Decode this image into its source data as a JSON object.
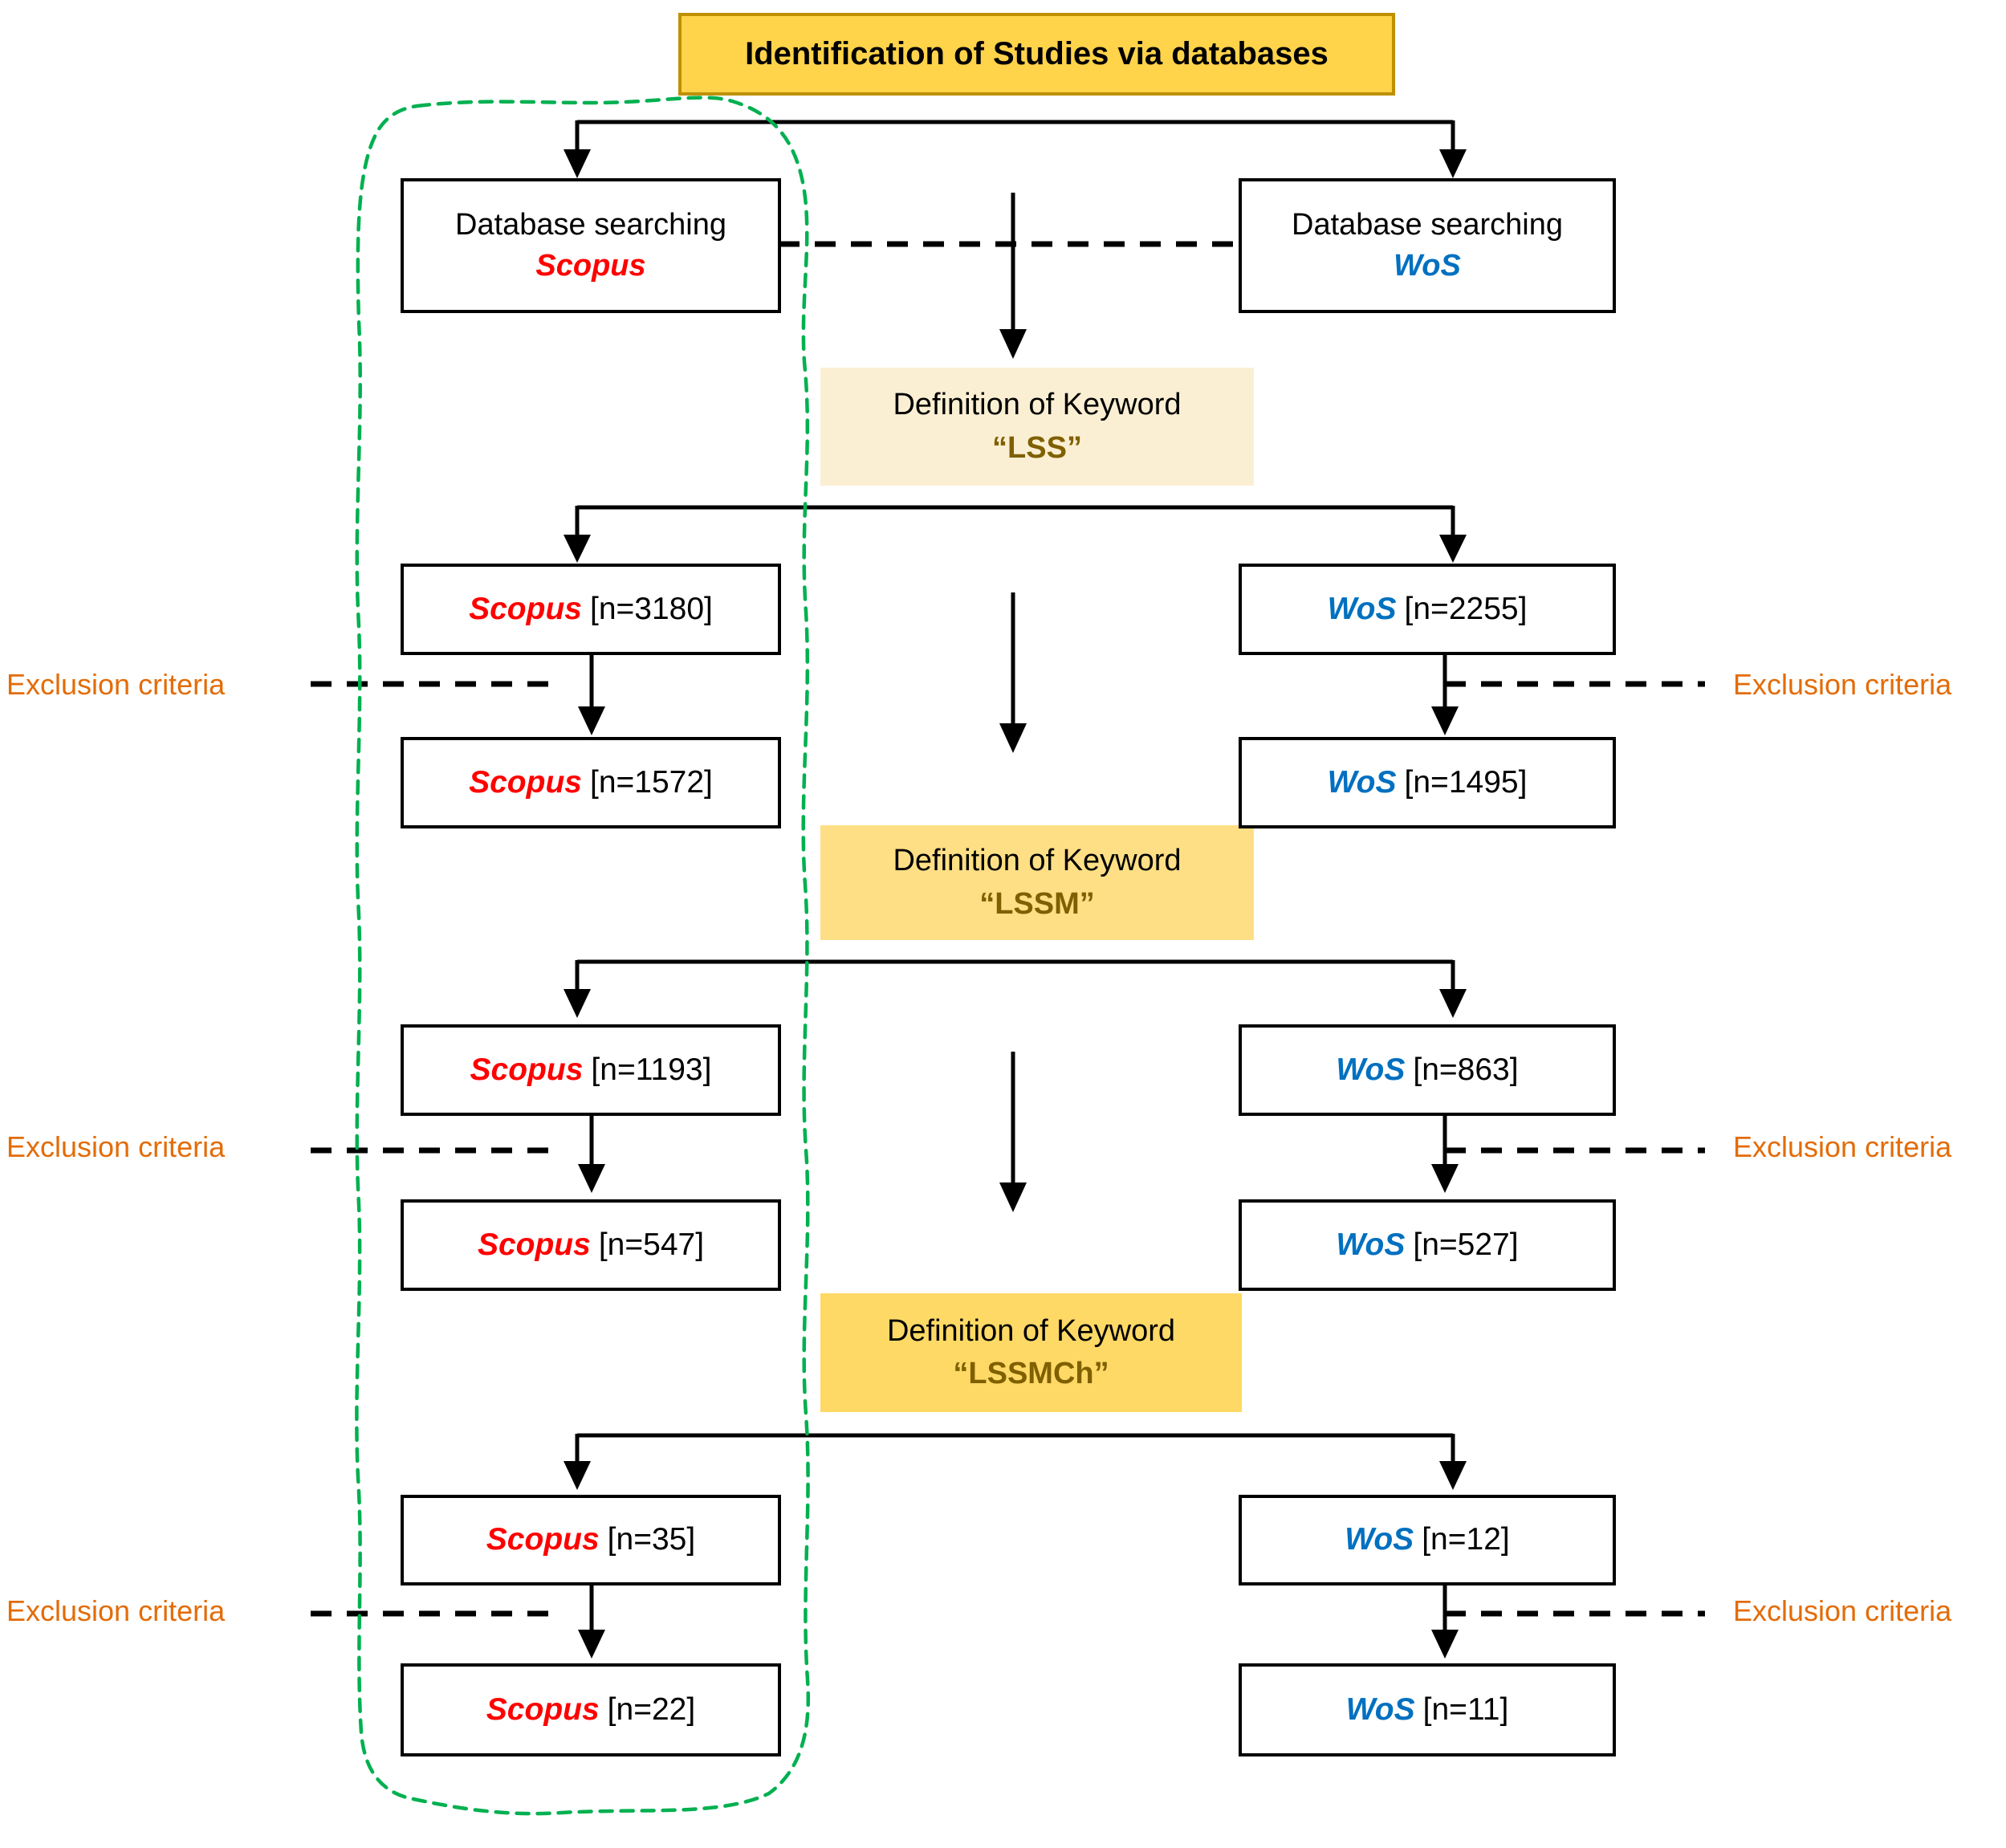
{
  "title": "Identification of Studies via databases",
  "labels": {
    "database_searching": "Database searching",
    "definition_of_keyword": "Definition of Keyword",
    "exclusion_criteria": "Exclusion criteria"
  },
  "sources": {
    "scopus": "Scopus",
    "wos": "WoS"
  },
  "keywords": {
    "lss": "“LSS”",
    "lssm": "“LSSM”",
    "lssmch": "“LSSMCh”"
  },
  "counts": {
    "scopus_lss_in": "[n=3180]",
    "scopus_lss_out": "[n=1572]",
    "wos_lss_in": "[n=2255]",
    "wos_lss_out": "[n=1495]",
    "scopus_lssm_in": "[n=1193]",
    "scopus_lssm_out": "[n=547]",
    "wos_lssm_in": "[n=863]",
    "wos_lssm_out": "[n=527]",
    "scopus_lssmch_in": "[n=35]",
    "scopus_lssmch_out": "[n=22]",
    "wos_lssmch_in": "[n=12]",
    "wos_lssmch_out": "[n=11]"
  },
  "colors": {
    "scopus": "#FF0000",
    "wos": "#0070C0",
    "exclusion": "#E36C09",
    "keyword_term": "#7F6000",
    "green_outline": "#00B050",
    "title_fill": "#FFD34A",
    "title_border": "#BF9000",
    "keyword_fill_1": "#FBEFD3",
    "keyword_fill_2": "#FFDF85",
    "keyword_fill_3": "#FFD966"
  }
}
